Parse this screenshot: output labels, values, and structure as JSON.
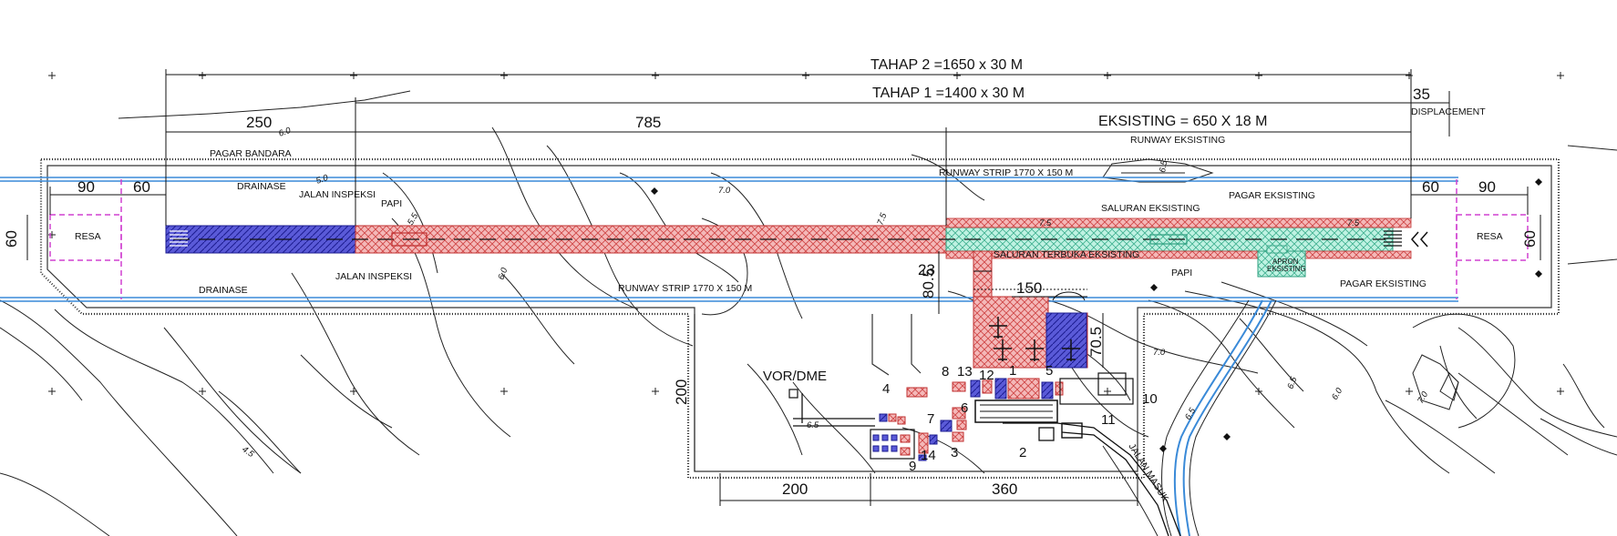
{
  "dimensions": {
    "tahap2": "TAHAP 2 =1650  x 30 M",
    "tahap1": "TAHAP 1 =1400 x 30 M",
    "eksisting": "EKSISTING = 650 X 18 M",
    "d250": "250",
    "d785": "785",
    "d35": "35",
    "displacement": "DISPLACEMENT",
    "d90_left": "90",
    "d60_left": "60",
    "d60_right": "60",
    "d90_right": "90",
    "d60_vleft": "60",
    "d60_vright": "60",
    "d23": "23",
    "d80_5": "80.5",
    "d150": "150",
    "d70_5": "70.5",
    "d200_v": "200",
    "d200_h": "200",
    "d360": "360"
  },
  "labels": {
    "runway_eksisting": "RUNWAY EKSISTING",
    "pagar_bandara": "PAGAR BANDARA",
    "drainase_top": "DRAINASE",
    "jalan_inspeksi_top": "JALAN INSPEKSI",
    "papi_left": "PAPI",
    "runway_strip_top": "RUNWAY STRIP 1770 X 150 M",
    "pagar_eksisting_top": "PAGAR EKSISTING",
    "saluran_eksisting": "SALURAN EKSISTING",
    "resa_left": "RESA",
    "resa_right": "RESA",
    "saluran_terbuka": "SALURAN TERBUKA EKSISTING",
    "papi_right": "PAPI",
    "apron_eksisting_1": "APRON",
    "apron_eksisting_2": "EKSISTING",
    "drainase_bottom": "DRAINASE",
    "jalan_inspeksi_bottom": "JALAN INSPEKSI",
    "runway_strip_bottom": "RUNWAY STRIP 1770 X 150 M",
    "pagar_eksisting_bottom": "PAGAR EKSISTING",
    "vor_dme": "VOR/DME",
    "jalan_masuk": "JALAN MASUK"
  },
  "contours": {
    "c6_0_top": "6.0",
    "c5_0": "5.0",
    "c7_0_a": "7.0",
    "c5_5": "5.5",
    "c6_0_b": "6.0",
    "c7_5_a": "7.5",
    "c6_5_top": "6.5",
    "c7_5_b": "7.5",
    "c7_5_c": "7.5",
    "c7_0_b": "7.0",
    "c6_5_b": "6.5",
    "c6_5_c": "6.5",
    "c6_0_c": "6.0",
    "c7_0_c": "7.0",
    "c4_5": "4.5",
    "c6_5_d": "6.5"
  },
  "buildings": [
    "1",
    "2",
    "3",
    "4",
    "5",
    "6",
    "7",
    "8",
    "9",
    "10",
    "11",
    "12",
    "13",
    "14"
  ],
  "colors": {
    "runway_blue": "#3434c8",
    "runway_red": "#e07070",
    "existing_cyan": "#58d0b0",
    "resa_magenta": "#d040d0",
    "drain_blue": "#3a8ad8"
  }
}
